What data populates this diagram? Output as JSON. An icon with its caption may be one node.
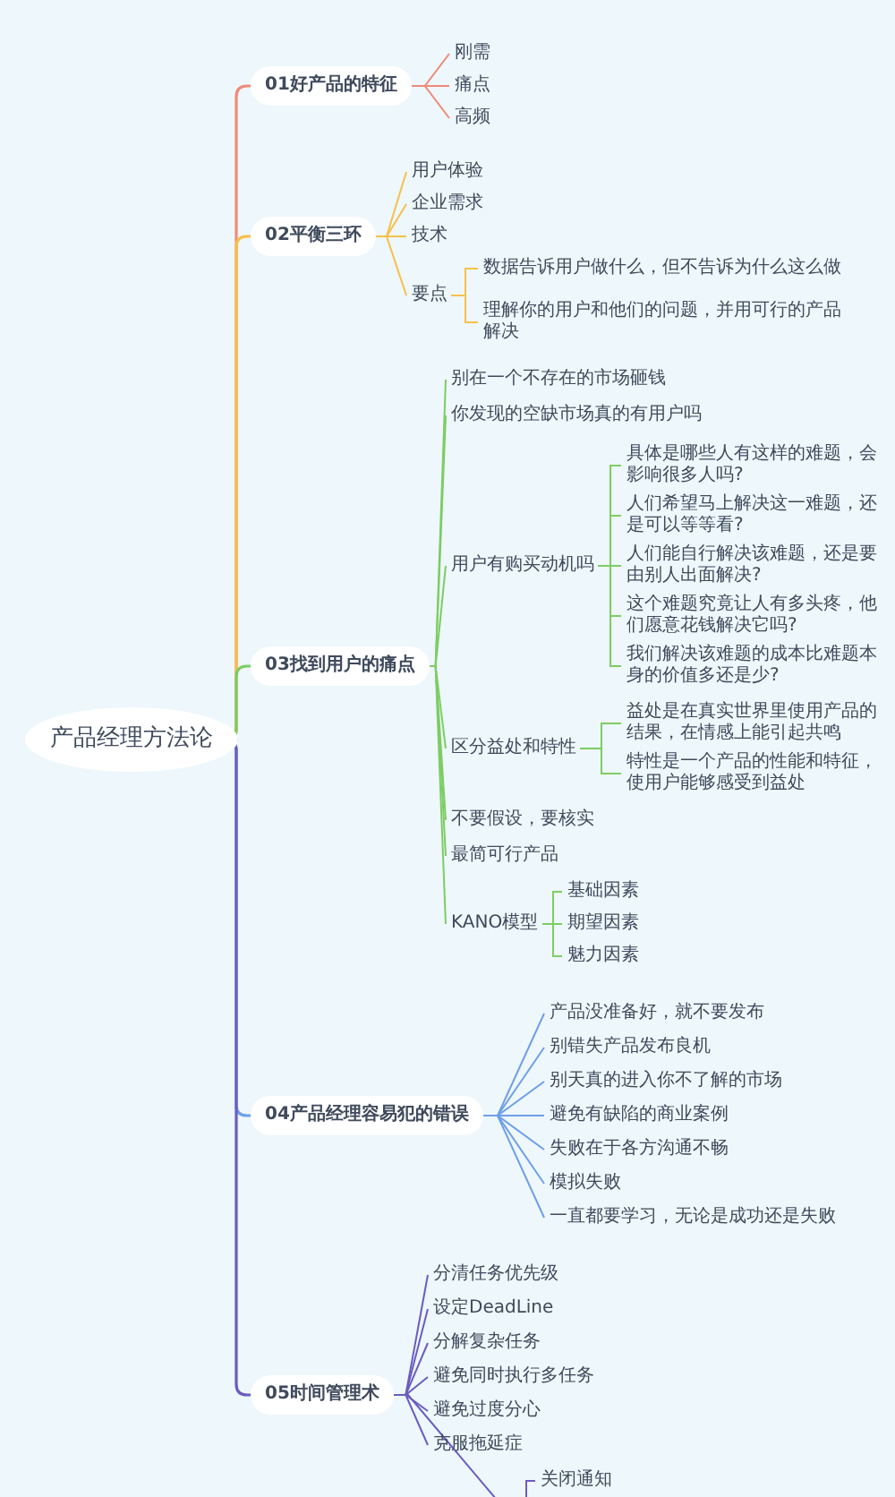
{
  "diagram": {
    "nodes": [
      {
        "text": [
          "产品经理方法论"
        ]
      },
      {
        "text": [
          "01好产品的特征"
        ]
      },
      {
        "text": [
          "刚需"
        ]
      },
      {
        "text": [
          "痛点"
        ]
      },
      {
        "text": [
          "高频"
        ]
      },
      {
        "text": [
          "02平衡三环"
        ]
      },
      {
        "text": [
          "用户体验"
        ]
      },
      {
        "text": [
          "企业需求"
        ]
      },
      {
        "text": [
          "技术"
        ]
      },
      {
        "text": [
          "要点"
        ]
      },
      {
        "text": [
          "数据告诉用户做什么，但不告诉为什么这么做"
        ]
      },
      {
        "text": [
          "理解你的用户和他们的问题，并用可行的产品解决"
        ]
      },
      {
        "text": [
          "03找到用户的痛点"
        ]
      },
      {
        "text": [
          "别在一个不存在的市场砸钱"
        ]
      },
      {
        "text": [
          "你发现的空缺市场真的有用户吗"
        ]
      },
      {
        "text": [
          "用户有购买动机吗"
        ]
      },
      {
        "text": [
          "具体是哪些人有这样的难题，会影响很多人吗?"
        ]
      },
      {
        "text": [
          "人们希望马上解决这一难题，还是可以等等看?"
        ]
      },
      {
        "text": [
          "人们能自行解决该难题，还是要由别人出面解决?"
        ]
      },
      {
        "text": [
          "这个难题究竟让人有多头疼，他们愿意花钱解决它吗?"
        ]
      },
      {
        "text": [
          "我们解决该难题的成本比难题本身的价值多还是少?"
        ]
      },
      {
        "text": [
          "区分益处和特性"
        ]
      },
      {
        "text": [
          "益处是在真实世界里使用产品的结果，在情感上能引起共鸣"
        ]
      },
      {
        "text": [
          "特性是一个产品的性能和特征，使用户能够感受到益处"
        ]
      },
      {
        "text": [
          "不要假设，要核实"
        ]
      },
      {
        "text": [
          "最简可行产品"
        ]
      },
      {
        "text": [
          "KANO模型"
        ]
      },
      {
        "text": [
          "基础因素"
        ]
      },
      {
        "text": [
          "期望因素"
        ]
      },
      {
        "text": [
          "魅力因素"
        ]
      },
      {
        "text": [
          "04产品经理容易犯的错误"
        ]
      },
      {
        "text": [
          "产品没准备好，就不要发布"
        ]
      },
      {
        "text": [
          "别错失产品发布良机"
        ]
      },
      {
        "text": [
          "别天真的进入你不了解的市场"
        ]
      },
      {
        "text": [
          "避免有缺陷的商业案例"
        ]
      },
      {
        "text": [
          "失败在于各方沟通不畅"
        ]
      },
      {
        "text": [
          "模拟失败"
        ]
      },
      {
        "text": [
          "一直都要学习，无论是成功还是失败"
        ]
      },
      {
        "text": [
          "05时间管理术"
        ]
      },
      {
        "text": [
          "分清任务优先级"
        ]
      },
      {
        "text": [
          "设定DeadLine"
        ]
      },
      {
        "text": [
          "分解复杂任务"
        ]
      },
      {
        "text": [
          "避免同时执行多任务"
        ]
      },
      {
        "text": [
          "避免过度分心"
        ]
      },
      {
        "text": [
          "克服拖延症"
        ]
      },
      {
        "text": [
          "关闭通知"
        ]
      }
    ],
    "edges": [
      {
        "from": 0,
        "to": 1,
        "arrow": "none",
        "color": "#f08a78"
      },
      {
        "from": 1,
        "to": 2,
        "arrow": "none",
        "color": "#f08a78"
      },
      {
        "from": 1,
        "to": 3,
        "arrow": "none",
        "color": "#f08a78"
      },
      {
        "from": 1,
        "to": 4,
        "arrow": "none",
        "color": "#f08a78"
      },
      {
        "from": 0,
        "to": 5,
        "arrow": "none",
        "color": "#f7c04a"
      },
      {
        "from": 5,
        "to": 6,
        "arrow": "none",
        "color": "#f7c04a"
      },
      {
        "from": 5,
        "to": 7,
        "arrow": "none",
        "color": "#f7c04a"
      },
      {
        "from": 5,
        "to": 8,
        "arrow": "none",
        "color": "#f7c04a"
      },
      {
        "from": 5,
        "to": 9,
        "arrow": "none",
        "color": "#f7c04a"
      },
      {
        "from": 9,
        "to": 10,
        "arrow": "none",
        "color": "#f7c04a"
      },
      {
        "from": 9,
        "to": 11,
        "arrow": "none",
        "color": "#f7c04a"
      },
      {
        "from": 0,
        "to": 12,
        "arrow": "none"
      },
      {
        "from": 12,
        "to": 13,
        "arrow": "none"
      },
      {
        "from": 12,
        "to": 14,
        "arrow": "none"
      },
      {
        "from": 12,
        "to": 15,
        "arrow": "none"
      },
      {
        "from": 15,
        "to": 16,
        "arrow": "none"
      },
      {
        "from": 15,
        "to": 17,
        "arrow": "none"
      },
      {
        "from": 15,
        "to": 18,
        "arrow": "none"
      },
      {
        "from": 15,
        "to": 19,
        "arrow": "none"
      },
      {
        "from": 15,
        "to": 20,
        "arrow": "none"
      },
      {
        "from": 12,
        "to": 21,
        "arrow": "none"
      },
      {
        "from": 21,
        "to": 22,
        "arrow": "none"
      },
      {
        "from": 21,
        "to": 23,
        "arrow": "none"
      },
      {
        "from": 12,
        "to": 24,
        "arrow": "none"
      },
      {
        "from": 12,
        "to": 25,
        "arrow": "none"
      },
      {
        "from": 12,
        "to": 26,
        "arrow": "none"
      },
      {
        "from": 26,
        "to": 27,
        "arrow": "none"
      },
      {
        "from": 26,
        "to": 28,
        "arrow": "none"
      },
      {
        "from": 26,
        "to": 29,
        "arrow": "none"
      },
      {
        "from": 0,
        "to": 30,
        "arrow": "none",
        "color": "#6e9fe8"
      },
      {
        "from": 30,
        "to": 31,
        "arrow": "none",
        "color": "#6e9fe8"
      },
      {
        "from": 30,
        "to": 32,
        "arrow": "none",
        "color": "#6e9fe8"
      },
      {
        "from": 30,
        "to": 33,
        "arrow": "none",
        "color": "#6e9fe8"
      },
      {
        "from": 30,
        "to": 34,
        "arrow": "none",
        "color": "#6e9fe8"
      },
      {
        "from": 30,
        "to": 35,
        "arrow": "none",
        "color": "#6e9fe8"
      },
      {
        "from": 30,
        "to": 36,
        "arrow": "none",
        "color": "#6e9fe8"
      },
      {
        "from": 30,
        "to": 37,
        "arrow": "none",
        "color": "#6e9fe8"
      },
      {
        "from": 0,
        "to": 38,
        "arrow": "none",
        "color": "#6b5cc0"
      },
      {
        "from": 38,
        "to": 39,
        "arrow": "none",
        "color": "#6b5cc0"
      },
      {
        "from": 38,
        "to": 40,
        "arrow": "none",
        "color": "#6b5cc0"
      },
      {
        "from": 38,
        "to": 41,
        "arrow": "none",
        "color": "#6b5cc0"
      },
      {
        "from": 38,
        "to": 42,
        "arrow": "none",
        "color": "#6b5cc0"
      },
      {
        "from": 38,
        "to": 43,
        "arrow": "none",
        "color": "#6b5cc0"
      },
      {
        "from": 38,
        "to": 44,
        "arrow": "none",
        "color": "#6b5cc0"
      },
      {
        "from": 38,
        "to": null,
        "arrow": "none",
        "color": "#6b5cc0"
      },
      {
        "from": null,
        "to": 45,
        "arrow": "none",
        "color": "#6b5cc0"
      }
    ]
  }
}
